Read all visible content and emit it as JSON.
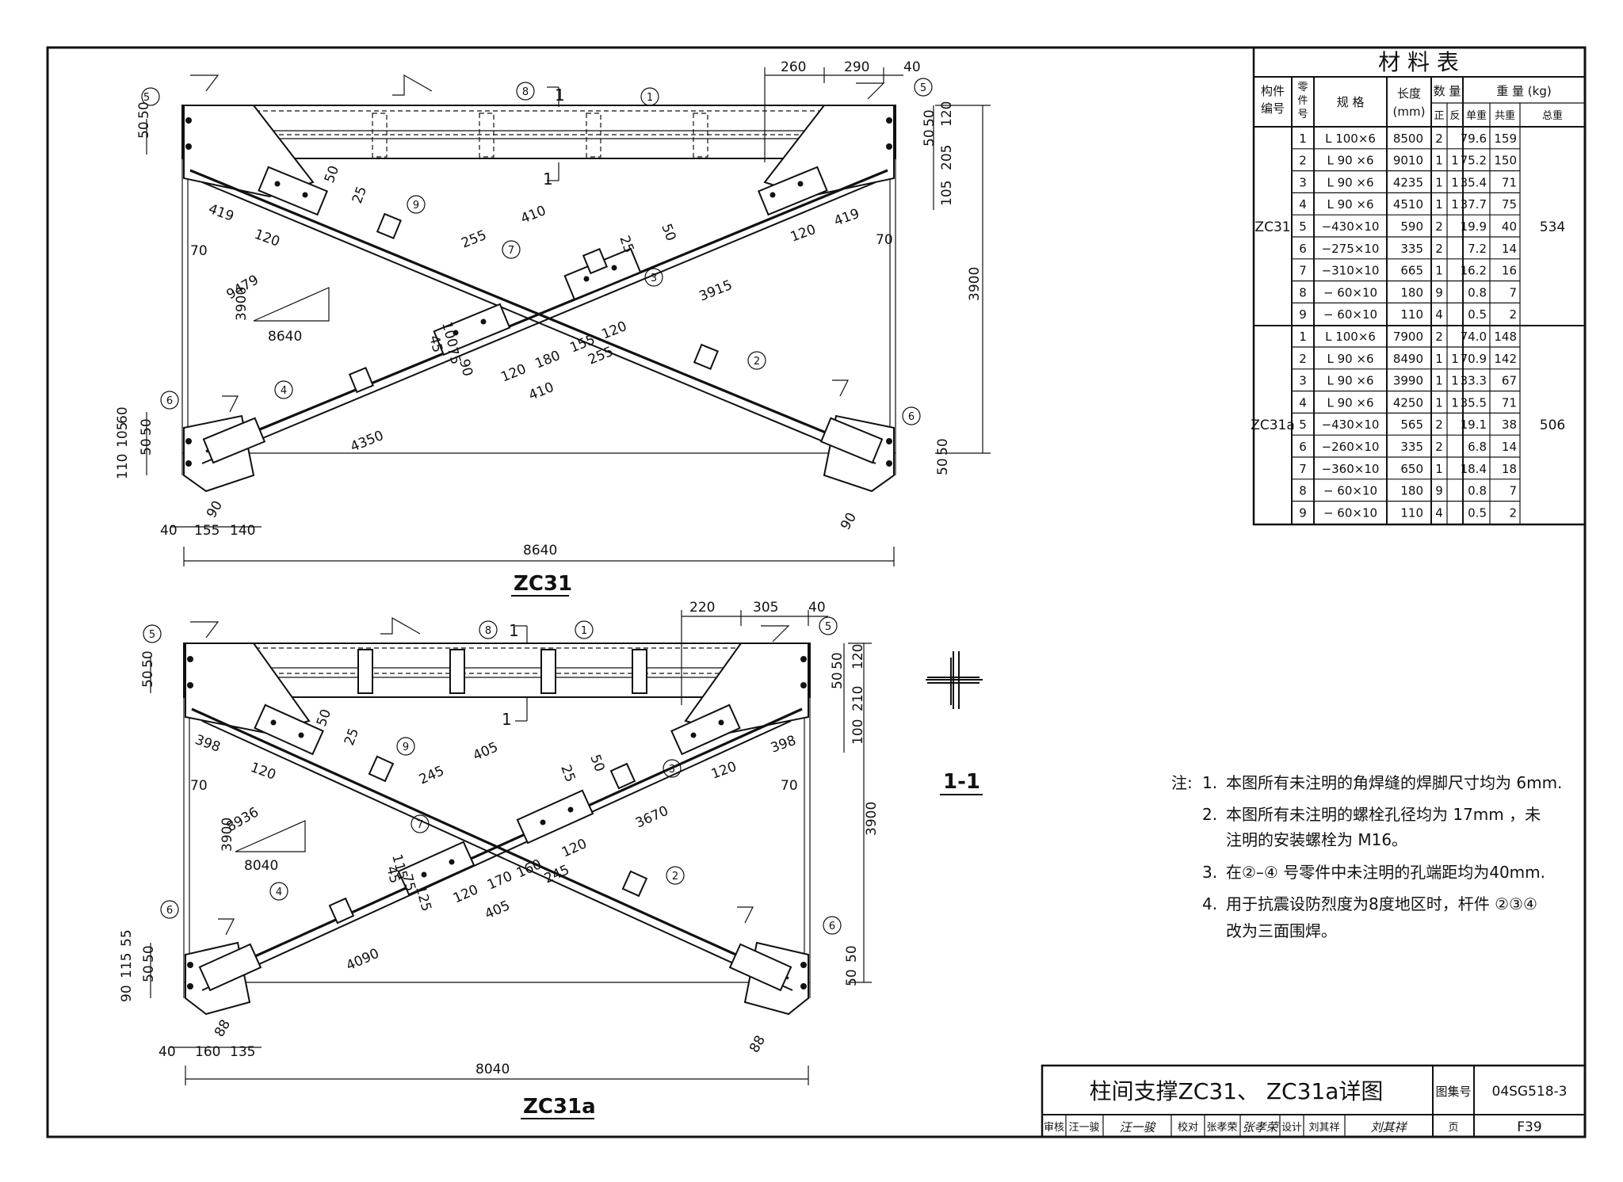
{
  "drawings": {
    "zc31": {
      "title": "ZC31",
      "bay_width": "8640",
      "height": "3900",
      "brace_len_top": "3915",
      "brace_len_bot": "4350",
      "triangle": {
        "h": "3900",
        "w": "8640",
        "hyp": "9479"
      },
      "dims": {
        "top_260": "260",
        "top_290": "290",
        "top_40": "40",
        "right_120": "120",
        "right_205": "205",
        "right_105": "105",
        "right_50a": "50",
        "right_50b": "50",
        "left_50a": "50",
        "left_50b": "50",
        "left_110": "110",
        "left_105": "105",
        "left_60": "60",
        "bl_50a": "50",
        "bl_50b": "50",
        "br_50a": "50",
        "br_50b": "50",
        "d419l": "419",
        "d419r": "419",
        "d120l": "120",
        "d120r": "120",
        "d70l": "70",
        "d70r": "70",
        "d50a": "50",
        "d25a": "25",
        "d410a": "410",
        "d255a": "255",
        "d50b": "50",
        "d25b": "25",
        "d100": "100",
        "d45": "45",
        "d75": "75",
        "d90c": "90",
        "d120c": "120",
        "d180": "180",
        "d155": "155",
        "d255b": "255",
        "d120d": "120",
        "d410b": "410",
        "b40": "40",
        "b155": "155",
        "b140": "140",
        "b90l": "90",
        "b90r": "90"
      }
    },
    "zc31a": {
      "title": "ZC31a",
      "bay_width": "8040",
      "height": "3900",
      "brace_len_top": "3670",
      "brace_len_bot": "4090",
      "triangle": {
        "h": "3900",
        "w": "8040",
        "hyp": "8936"
      },
      "dims": {
        "top_220": "220",
        "top_305": "305",
        "top_40": "40",
        "right_120": "120",
        "right_210": "210",
        "right_100": "100",
        "right_50a": "50",
        "right_50b": "50",
        "left_50a": "50",
        "left_50b": "50",
        "left_90": "90",
        "left_115": "115",
        "left_55": "55",
        "bl_50a": "50",
        "bl_50b": "50",
        "br_50a": "50",
        "br_50b": "50",
        "d398l": "398",
        "d398r": "398",
        "d120l": "120",
        "d120r": "120",
        "d70l": "70",
        "d70r": "70",
        "d50a": "50",
        "d25a": "25",
        "d405a": "405",
        "d245a": "245",
        "d50b": "50",
        "d25b": "25",
        "d115": "115",
        "d45": "45",
        "d75": "75",
        "d125": "125",
        "d120c": "120",
        "d170": "170",
        "d160": "160",
        "d245b": "245",
        "d120d": "120",
        "d405b": "405",
        "b40": "40",
        "b160": "160",
        "b135": "135",
        "b88l": "88",
        "b88r": "88"
      }
    },
    "callouts": {
      "c1": "1",
      "c2": "2",
      "c3": "3",
      "c4": "4",
      "c5": "5",
      "c6": "6",
      "c7": "7",
      "c8": "8",
      "c9": "9"
    },
    "section_mark": "1",
    "section_label": "1-1"
  },
  "material_table": {
    "title": "材 料 表",
    "headers": {
      "member_no_1": "构件",
      "member_no_2": "编号",
      "part_no_1": "零",
      "part_no_2": "件",
      "part_no_3": "号",
      "spec": "规 格",
      "length_1": "长度",
      "length_2": "(mm)",
      "qty": "数 量",
      "qty_pos": "正",
      "qty_neg": "反",
      "weight": "重 量 (kg)",
      "w_unit": "单重",
      "w_sum": "共重",
      "w_total": "总重"
    },
    "groups": [
      {
        "member": "ZC31",
        "total": "534",
        "rows": [
          {
            "no": "1",
            "spec": "L 100×6",
            "len": "8500",
            "pos": "2",
            "neg": "",
            "unit": "79.6",
            "sum": "159"
          },
          {
            "no": "2",
            "spec": "L 90 ×6",
            "len": "9010",
            "pos": "1",
            "neg": "1",
            "unit": "75.2",
            "sum": "150"
          },
          {
            "no": "3",
            "spec": "L 90 ×6",
            "len": "4235",
            "pos": "1",
            "neg": "1",
            "unit": "35.4",
            "sum": "71"
          },
          {
            "no": "4",
            "spec": "L 90 ×6",
            "len": "4510",
            "pos": "1",
            "neg": "1",
            "unit": "37.7",
            "sum": "75"
          },
          {
            "no": "5",
            "spec": "−430×10",
            "len": "590",
            "pos": "2",
            "neg": "",
            "unit": "19.9",
            "sum": "40"
          },
          {
            "no": "6",
            "spec": "−275×10",
            "len": "335",
            "pos": "2",
            "neg": "",
            "unit": "7.2",
            "sum": "14"
          },
          {
            "no": "7",
            "spec": "−310×10",
            "len": "665",
            "pos": "1",
            "neg": "",
            "unit": "16.2",
            "sum": "16"
          },
          {
            "no": "8",
            "spec": "− 60×10",
            "len": "180",
            "pos": "9",
            "neg": "",
            "unit": "0.8",
            "sum": "7"
          },
          {
            "no": "9",
            "spec": "− 60×10",
            "len": "110",
            "pos": "4",
            "neg": "",
            "unit": "0.5",
            "sum": "2"
          }
        ]
      },
      {
        "member": "ZC31a",
        "total": "506",
        "rows": [
          {
            "no": "1",
            "spec": "L 100×6",
            "len": "7900",
            "pos": "2",
            "neg": "",
            "unit": "74.0",
            "sum": "148"
          },
          {
            "no": "2",
            "spec": "L 90 ×6",
            "len": "8490",
            "pos": "1",
            "neg": "1",
            "unit": "70.9",
            "sum": "142"
          },
          {
            "no": "3",
            "spec": "L 90 ×6",
            "len": "3990",
            "pos": "1",
            "neg": "1",
            "unit": "33.3",
            "sum": "67"
          },
          {
            "no": "4",
            "spec": "L 90 ×6",
            "len": "4250",
            "pos": "1",
            "neg": "1",
            "unit": "35.5",
            "sum": "71"
          },
          {
            "no": "5",
            "spec": "−430×10",
            "len": "565",
            "pos": "2",
            "neg": "",
            "unit": "19.1",
            "sum": "38"
          },
          {
            "no": "6",
            "spec": "−260×10",
            "len": "335",
            "pos": "2",
            "neg": "",
            "unit": "6.8",
            "sum": "14"
          },
          {
            "no": "7",
            "spec": "−360×10",
            "len": "650",
            "pos": "1",
            "neg": "",
            "unit": "18.4",
            "sum": "18"
          },
          {
            "no": "8",
            "spec": "− 60×10",
            "len": "180",
            "pos": "9",
            "neg": "",
            "unit": "0.8",
            "sum": "7"
          },
          {
            "no": "9",
            "spec": "− 60×10",
            "len": "110",
            "pos": "4",
            "neg": "",
            "unit": "0.5",
            "sum": "2"
          }
        ]
      }
    ]
  },
  "notes": {
    "prefix": "注:",
    "items": [
      {
        "num": "1.",
        "lines": [
          "本图所有未注明的角焊缝的焊脚尺寸均为 6mm."
        ]
      },
      {
        "num": "2.",
        "lines": [
          "本图所有未注明的螺栓孔径均为 17mm ，未",
          "注明的安装螺栓为 M16。"
        ]
      },
      {
        "num": "3.",
        "lines": [
          "在②–④ 号零件中未注明的孔端距均为40mm."
        ]
      },
      {
        "num": "4.",
        "lines": [
          "用于抗震设防烈度为8度地区时，杆件 ②③④",
          "改为三面围焊。"
        ]
      }
    ]
  },
  "title_block": {
    "title": "柱间支撑ZC31、 ZC31a详图",
    "atlas_label": "图集号",
    "atlas_no": "04SG518-3",
    "review_label": "审核",
    "reviewer": "汪一骏",
    "reviewer_sig": "汪一骏",
    "check_label": "校对",
    "checker": "张孝荣",
    "checker_sig": "张孝荣",
    "design_label": "设计",
    "designer": "刘其祥",
    "designer_sig": "刘其祥",
    "page_label": "页",
    "page_no": "F39"
  }
}
